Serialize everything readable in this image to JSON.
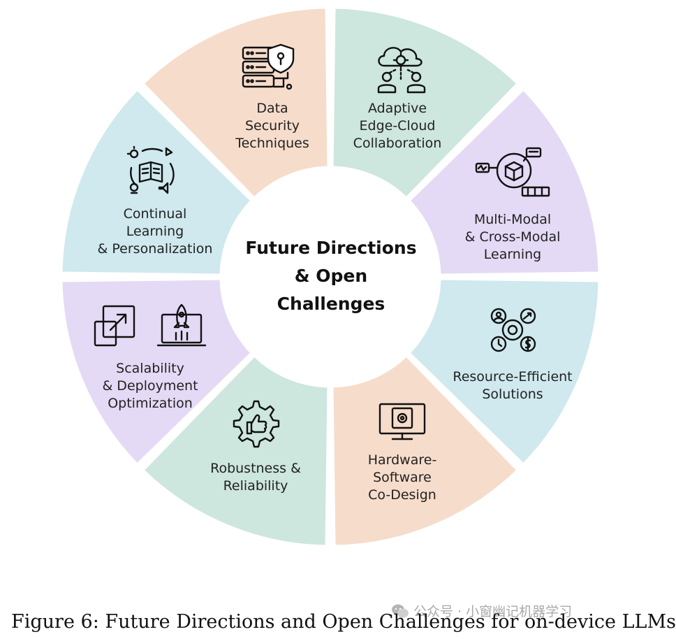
{
  "center": {
    "lines": [
      "Future Directions",
      "& Open",
      "Challenges"
    ]
  },
  "segments": [
    {
      "id": "data-security",
      "lines": [
        "Data",
        "Security",
        "Techniques"
      ],
      "color": "#CDE6DE",
      "icon": "server-shield-icon"
    },
    {
      "id": "edge-cloud",
      "lines": [
        "Adaptive",
        "Edge-Cloud",
        "Collaboration"
      ],
      "color": "#E4DAF5",
      "icon": "cloud-network-icon"
    },
    {
      "id": "multimodal",
      "lines": [
        "Multi-Modal",
        "& Cross-Modal",
        "Learning"
      ],
      "color": "#CFE9EE",
      "icon": "cube-network-icon"
    },
    {
      "id": "resource",
      "lines": [
        "Resource-Efficient",
        "Solutions"
      ],
      "color": "#F6DCCB",
      "icon": "gear-resources-icon"
    },
    {
      "id": "codesign",
      "lines": [
        "Hardware-",
        "Software",
        "Co-Design"
      ],
      "color": "#CDE6DE",
      "icon": "monitor-chip-icon"
    },
    {
      "id": "robustness",
      "lines": [
        "Robustness &",
        "Reliability"
      ],
      "color": "#E4DAF5",
      "icon": "gear-thumbs-up-icon"
    },
    {
      "id": "scalability",
      "lines": [
        "Scalability",
        "& Deployment",
        "Optimization"
      ],
      "color": "#CFE9EE",
      "icon": "scale-rocket-icon"
    },
    {
      "id": "continual",
      "lines": [
        "Continual",
        "Learning",
        "& Personalization"
      ],
      "color": "#F6DCCB",
      "icon": "book-cycle-icon"
    }
  ],
  "caption": "Figure 6: Future Directions and Open Challenges for on-device LLMs",
  "watermark": "公众号 · 小窗幽记机器学习"
}
